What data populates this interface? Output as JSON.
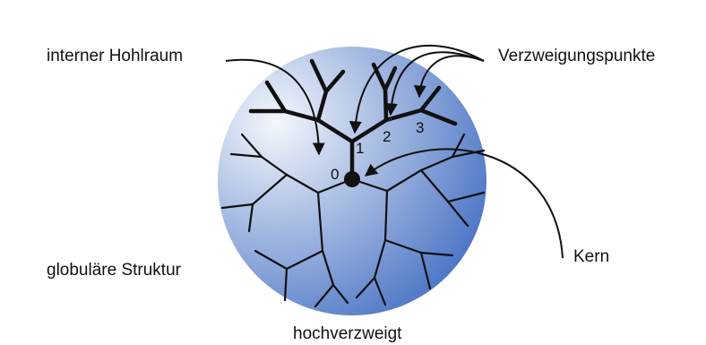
{
  "labels": {
    "internal_cavity": "interner Hohlraum",
    "branching_points": "Verzweigungspunkte",
    "globular_structure": "globuläre Struktur",
    "core": "Kern",
    "hyperbranched": "hochverzweigt"
  },
  "generations": [
    "0",
    "1",
    "2",
    "3"
  ],
  "colors": {
    "sphere_light": "#f4f7fc",
    "sphere_mid": "#a9bde3",
    "sphere_dark": "#4f78c6",
    "lines": "#111111"
  }
}
